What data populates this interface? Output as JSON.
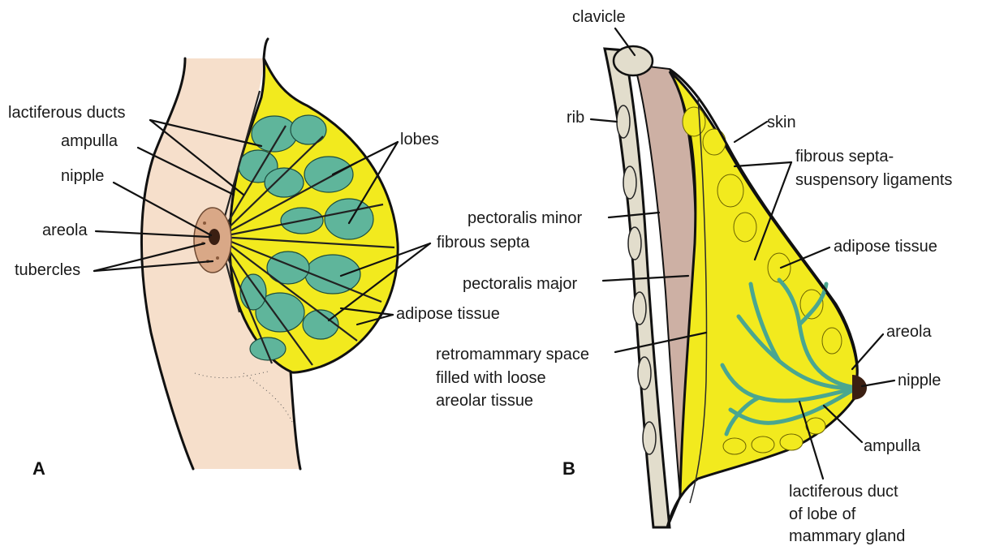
{
  "panel_a": {
    "letter": "A",
    "labels": {
      "lactiferous_ducts": "lactiferous ducts",
      "ampulla": "ampulla",
      "nipple": "nipple",
      "areola": "areola",
      "tubercles": "tubercles",
      "lobes": "lobes",
      "fibrous_septa": "fibrous septa",
      "adipose_tissue": "adipose tissue"
    }
  },
  "panel_b": {
    "letter": "B",
    "labels": {
      "clavicle": "clavicle",
      "rib": "rib",
      "skin": "skin",
      "fibrous_septa_1": "fibrous septa-",
      "fibrous_septa_2": "suspensory ligaments",
      "pectoralis_minor": "pectoralis minor",
      "adipose_tissue": "adipose tissue",
      "pectoralis_major": "pectoralis major",
      "areola": "areola",
      "retromammary_1": "retromammary space",
      "retromammary_2": "filled with loose",
      "retromammary_3": "areolar tissue",
      "nipple": "nipple",
      "ampulla": "ampulla",
      "duct_1": "lactiferous duct",
      "duct_2": "of lobe of",
      "duct_3": "mammary gland"
    }
  },
  "colors": {
    "skin_tone": "#f6dfcb",
    "areola": "#d9a887",
    "adipose": "#f2ea1e",
    "gland": "#5fb59b",
    "muscle": "#cdb0a4",
    "bone": "#e2ddcc"
  }
}
